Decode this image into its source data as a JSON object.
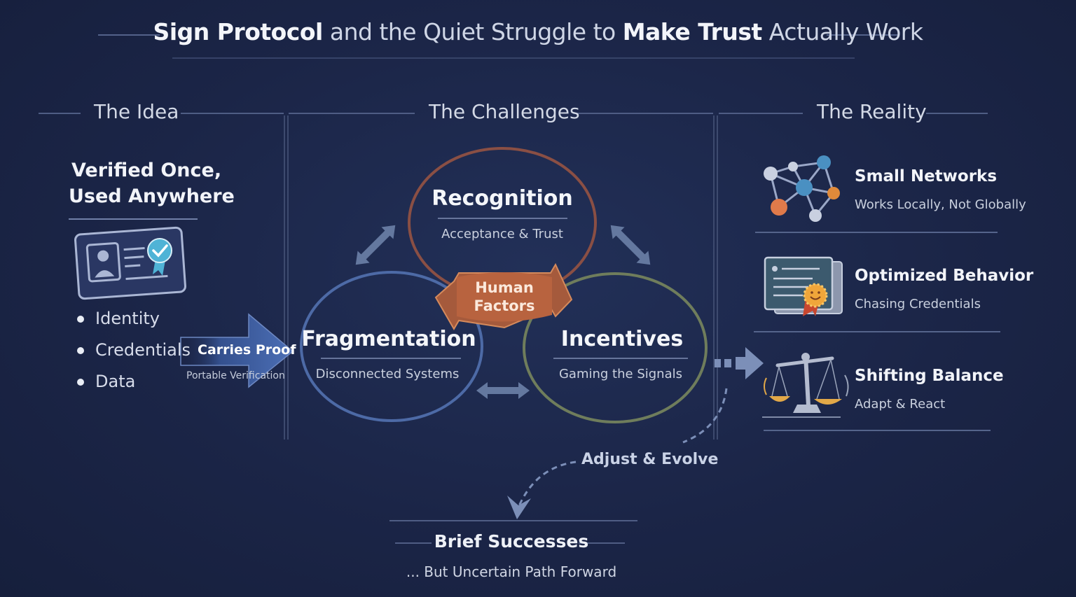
{
  "title": {
    "part1": "Sign Protocol",
    "part2": " and the Quiet Struggle to ",
    "part3": "Make Trust",
    "part4": " Actually Work"
  },
  "sections": {
    "idea": "The Idea",
    "challenges": "The Challenges",
    "reality": "The Reality"
  },
  "idea": {
    "headline_line1": "Verified Once,",
    "headline_line2": "Used Anywhere",
    "bullets": [
      "Identity",
      "Credentials",
      "Data"
    ],
    "arrow_label": "Carries Proof",
    "arrow_sublabel": "Portable Verification"
  },
  "challenges": {
    "recognition": {
      "title": "Recognition",
      "subtitle": "Acceptance & Trust"
    },
    "fragmentation": {
      "title": "Fragmentation",
      "subtitle": "Disconnected Systems"
    },
    "incentives": {
      "title": "Incentives",
      "subtitle": "Gaming the Signals"
    },
    "center_line1": "Human",
    "center_line2": "Factors"
  },
  "reality": {
    "items": [
      {
        "title": "Small Networks",
        "subtitle": "Works Locally, Not Globally",
        "icon": "network-icon"
      },
      {
        "title": "Optimized Behavior",
        "subtitle": "Chasing Credentials",
        "icon": "certificate-icon"
      },
      {
        "title": "Shifting Balance",
        "subtitle": "Adapt & React",
        "icon": "scales-icon"
      }
    ]
  },
  "flow_label": "Adjust & Evolve",
  "outcome": {
    "title": "Brief Successes",
    "subtitle": "... But Uncertain Path Forward"
  },
  "colors": {
    "background": "#1b2547",
    "recognition": "#8a4f44",
    "fragmentation": "#4d6aa6",
    "incentives": "#6f7d5c",
    "banner": "#a55a3c",
    "check": "#4fb3d6"
  }
}
